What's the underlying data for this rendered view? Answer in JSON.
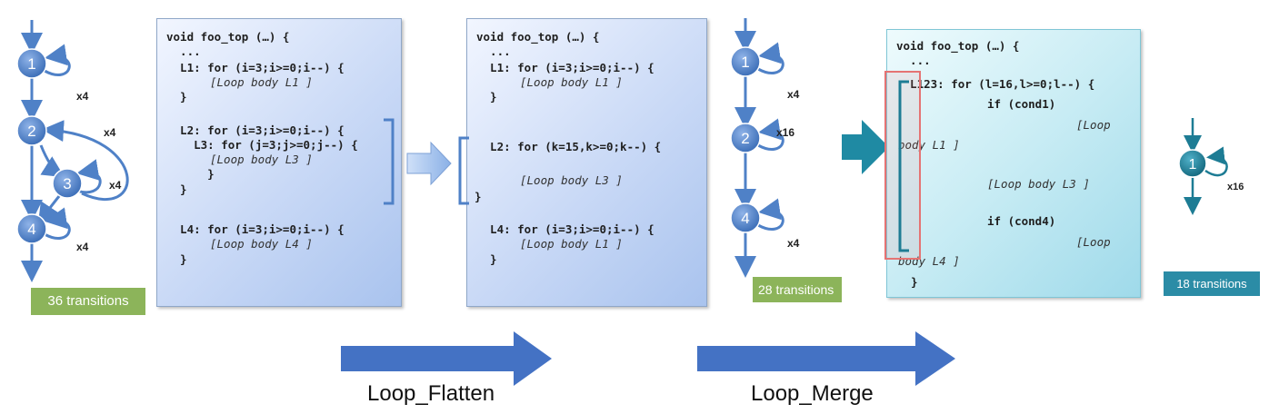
{
  "graphs": {
    "g1": {
      "nodes": [
        "1",
        "2",
        "3",
        "4"
      ],
      "counts": [
        "x4",
        "x4",
        "x4",
        "x4"
      ],
      "badge": "36 transitions"
    },
    "g2": {
      "nodes": [
        "1",
        "2",
        "4"
      ],
      "counts": [
        "x4",
        "x16",
        "x4"
      ],
      "badge": "28 transitions"
    },
    "g3": {
      "nodes": [
        "1"
      ],
      "counts": [
        "x16"
      ],
      "badge": "18 transitions"
    }
  },
  "code1": {
    "l1": "void foo_top (…) {",
    "l2": "  ...",
    "l3": "  L1: for (i=3;i>=0;i--) {",
    "l4": "[Loop body L1 ]",
    "l5": "  }",
    "l6": "  L2: for (i=3;i>=0;i--) {",
    "l7": "    L3: for (j=3;j>=0;j--) {",
    "l8": "[Loop body L3 ]",
    "l9": "      }",
    "l10": "  }",
    "l11": "  L4: for (i=3;i>=0;i--) {",
    "l12": "[Loop body L4 ]",
    "l13": "  }"
  },
  "code2": {
    "l1": "void foo_top (…) {",
    "l2": "  ...",
    "l3": "  L1: for (i=3;i>=0;i--) {",
    "l4": "[Loop body L1 ]",
    "l5": "  }",
    "l6": "  L2: for (k=15,k>=0;k--) {",
    "l7": "[Loop body L3 ]",
    "l8": "}",
    "l9": "  L4: for (i=3;i>=0;i--) {",
    "l10": "[Loop body L1 ]",
    "l11": "  }"
  },
  "code3": {
    "l1": "void foo_top (…) {",
    "l2": "  ...",
    "l3": "  L123: for (l=16,l>=0;l--) {",
    "l4": "if (cond1)",
    "l5": "[Loop",
    "l6": "body L1 ]",
    "l7": "[Loop body L3 ]",
    "l8": "if (cond4)",
    "l9": "[Loop",
    "l10": "body L4 ]",
    "l11": "}"
  },
  "captions": {
    "flatten": "Loop_Flatten",
    "merge": "Loop_Merge"
  },
  "colors": {
    "node_blue": "#4f81c7",
    "node_teal": "#1d7c94",
    "badge_green": "#8cb45a",
    "badge_teal": "#2b8ca6",
    "big_arrow": "#4472c4",
    "highlight": "#e57373"
  }
}
